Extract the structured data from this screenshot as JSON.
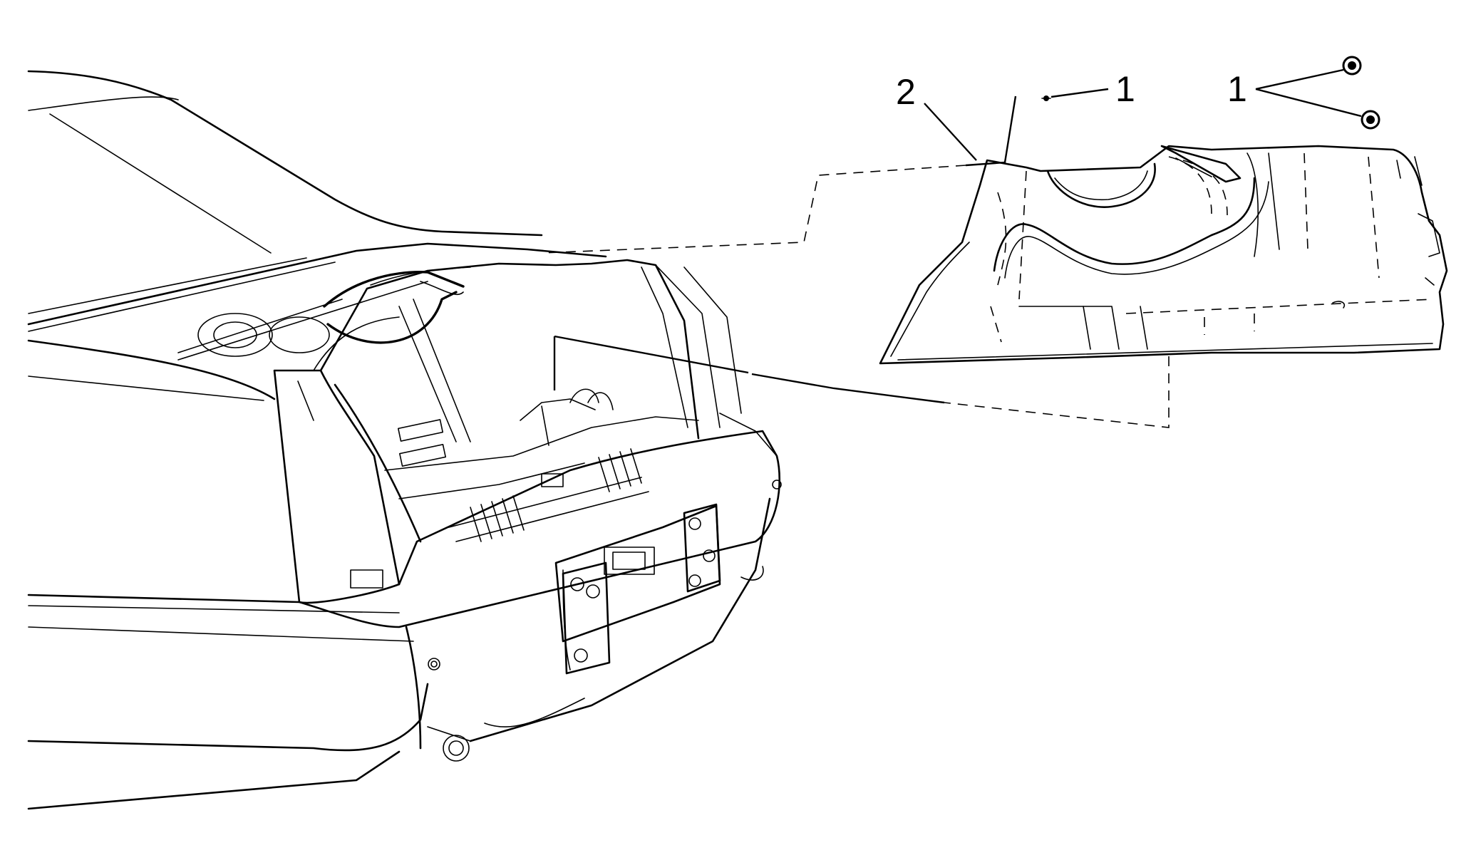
{
  "diagram": {
    "callouts": [
      {
        "id": "fastener-single",
        "label": "1"
      },
      {
        "id": "trim-panel",
        "label": "2"
      },
      {
        "id": "fasteners-pair",
        "label": "1"
      }
    ]
  }
}
